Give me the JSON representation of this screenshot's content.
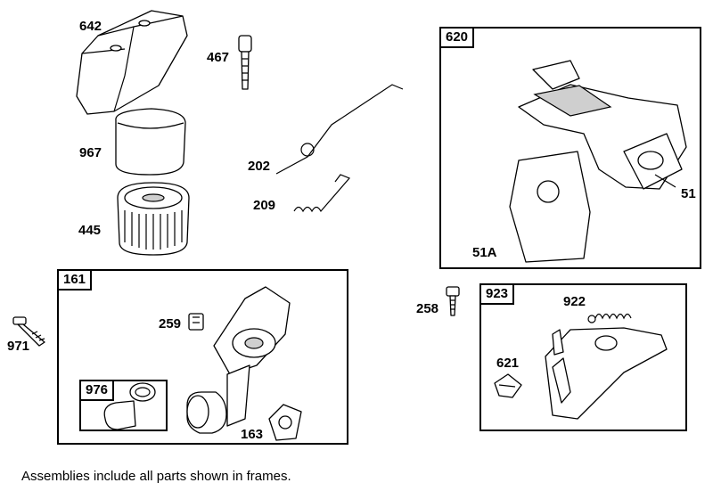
{
  "parts": {
    "p642": "642",
    "p467": "467",
    "p967": "967",
    "p202": "202",
    "p209": "209",
    "p445": "445",
    "p971": "971",
    "p258": "258",
    "p259": "259",
    "p163": "163",
    "p922": "922",
    "p621": "621",
    "p51": "51",
    "p51a": "51A"
  },
  "frames": {
    "f620": "620",
    "f161": "161",
    "f976": "976",
    "f923": "923"
  },
  "caption": "Assemblies include all parts shown in frames."
}
